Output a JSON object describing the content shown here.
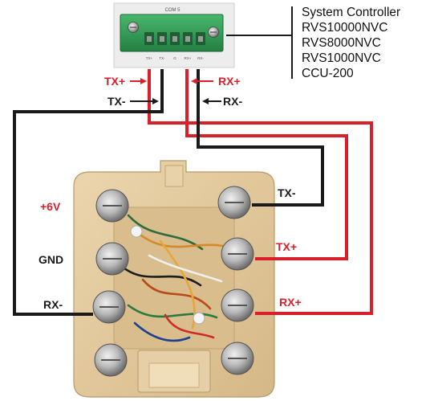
{
  "connector": {
    "port_label": "COM 5",
    "pin_labels": [
      "TX+",
      "TX-",
      "G",
      "RX+",
      "RX-"
    ]
  },
  "controller_list": {
    "lines": [
      "System Controller",
      "RVS10000NVC",
      "RVS8000NVC",
      "RVS1000NVC",
      "CCU-200"
    ]
  },
  "connector_labels": {
    "tx_plus": "TX+",
    "tx_minus": "TX-",
    "rx_plus": "RX+",
    "rx_minus": "RX-"
  },
  "jack_labels": {
    "plus_6v": "+6V",
    "gnd": "GND",
    "rx_minus": "RX-",
    "tx_minus": "TX-",
    "tx_plus": "TX+",
    "rx_plus": "RX+"
  },
  "colors": {
    "red_wire": "#d8202a",
    "black_wire": "#1a1a1a",
    "connector_green": "#2e9e55",
    "jack_beige": "#e2c9a0"
  }
}
